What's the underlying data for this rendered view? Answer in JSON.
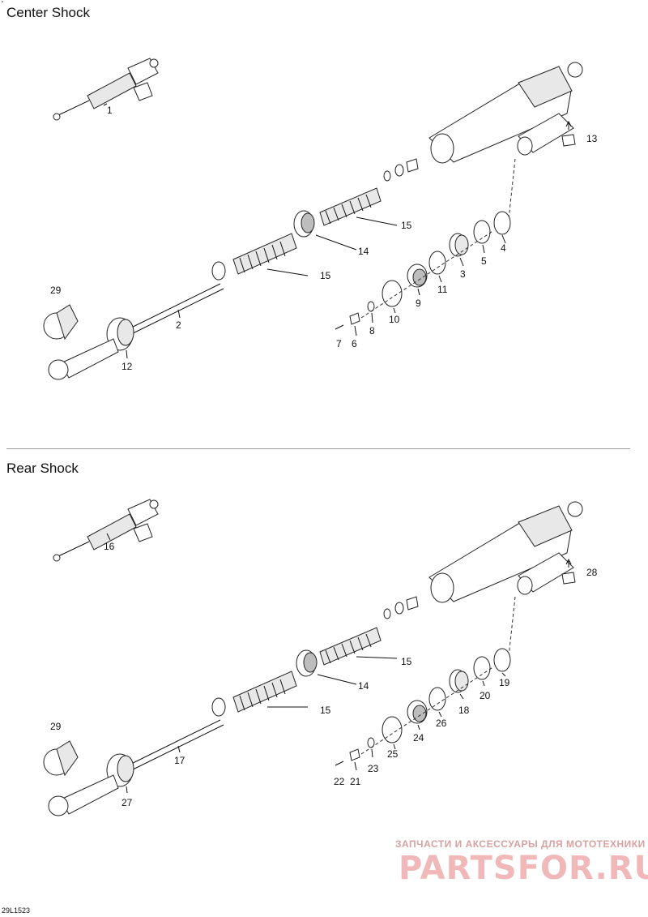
{
  "corner_mark": "'",
  "sections": [
    {
      "title": "Center Shock",
      "callouts": {
        "body_assembly": "1",
        "rod": "2",
        "piston_ring": "3",
        "bladder": "4",
        "o_ring": "5",
        "nut": "6",
        "pin": "7",
        "washer": "8",
        "cap": "9",
        "circlip": "10",
        "disc": "11",
        "bearing": "12",
        "valve": "13",
        "piston": "14",
        "spring_upper": "15",
        "spring_lower": "15",
        "bumper": "29"
      }
    },
    {
      "title": "Rear Shock",
      "callouts": {
        "body_assembly": "16",
        "rod": "17",
        "piston_ring": "18",
        "bladder": "19",
        "o_ring": "20",
        "nut": "21",
        "pin": "22",
        "washer": "23",
        "cap": "24",
        "circlip": "25",
        "disc": "26",
        "bearing": "27",
        "valve": "28",
        "piston": "14",
        "spring_upper": "15",
        "spring_lower": "15",
        "bumper": "29"
      }
    }
  ],
  "watermark": {
    "tagline": "ЗАПЧАСТИ И АКСЕССУАРЫ ДЛЯ МОТОТЕХНИКИ",
    "logo": "PARTSFOR.RU"
  },
  "figure_code": "29L1523",
  "colors": {
    "line": "#111111",
    "watermark": "#e8a0a0",
    "divider": "#9a9a9a"
  }
}
